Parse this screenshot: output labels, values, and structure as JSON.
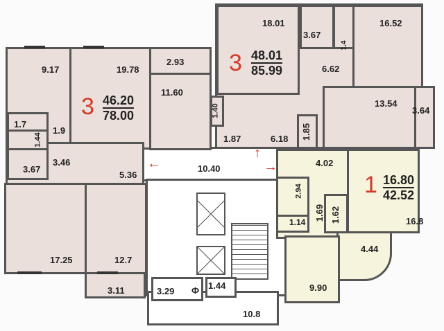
{
  "apartments": [
    {
      "rooms": "3",
      "living_area": "46.20",
      "total_area": "78.00"
    },
    {
      "rooms": "3",
      "living_area": "48.01",
      "total_area": "85.99"
    },
    {
      "rooms": "1",
      "living_area": "16.80",
      "total_area": "42.52"
    }
  ],
  "left_apartment": {
    "r1": "9.17",
    "r2": "19.78",
    "r3": "2.93",
    "r4": "11.60",
    "r5": "1.7",
    "r6": "1.44",
    "r7": "1.9",
    "r8": "3.67",
    "r9": "3.46",
    "r10": "5.36",
    "r11": "17.25",
    "r12": "12.7",
    "r13": "3.11"
  },
  "top_apartment": {
    "r1": "18.01",
    "r2": "3.67",
    "r3": "1.4",
    "r4": "16.52",
    "r5": "6.62",
    "r6": "13.54",
    "r7": "3.64",
    "r8": "1.40",
    "r9": "1.87",
    "r10": "6.18",
    "r11": "1.85"
  },
  "one_room_apartment": {
    "r1": "4.02",
    "r2": "2.94",
    "r3": "1.69",
    "r4": "1.62",
    "r5": "1.14",
    "r6": "16.8",
    "r7": "4.44",
    "r8": "9.90"
  },
  "common": {
    "hall": "10.40",
    "vestibule": "3.29",
    "shaft_label": "Ф",
    "storage": "1.44",
    "bottom": "10.8"
  },
  "colors": {
    "apartment_fill": "#ebdfdc",
    "one_room_fill": "#f6f4dc",
    "accent_red": "#d23a2a"
  }
}
